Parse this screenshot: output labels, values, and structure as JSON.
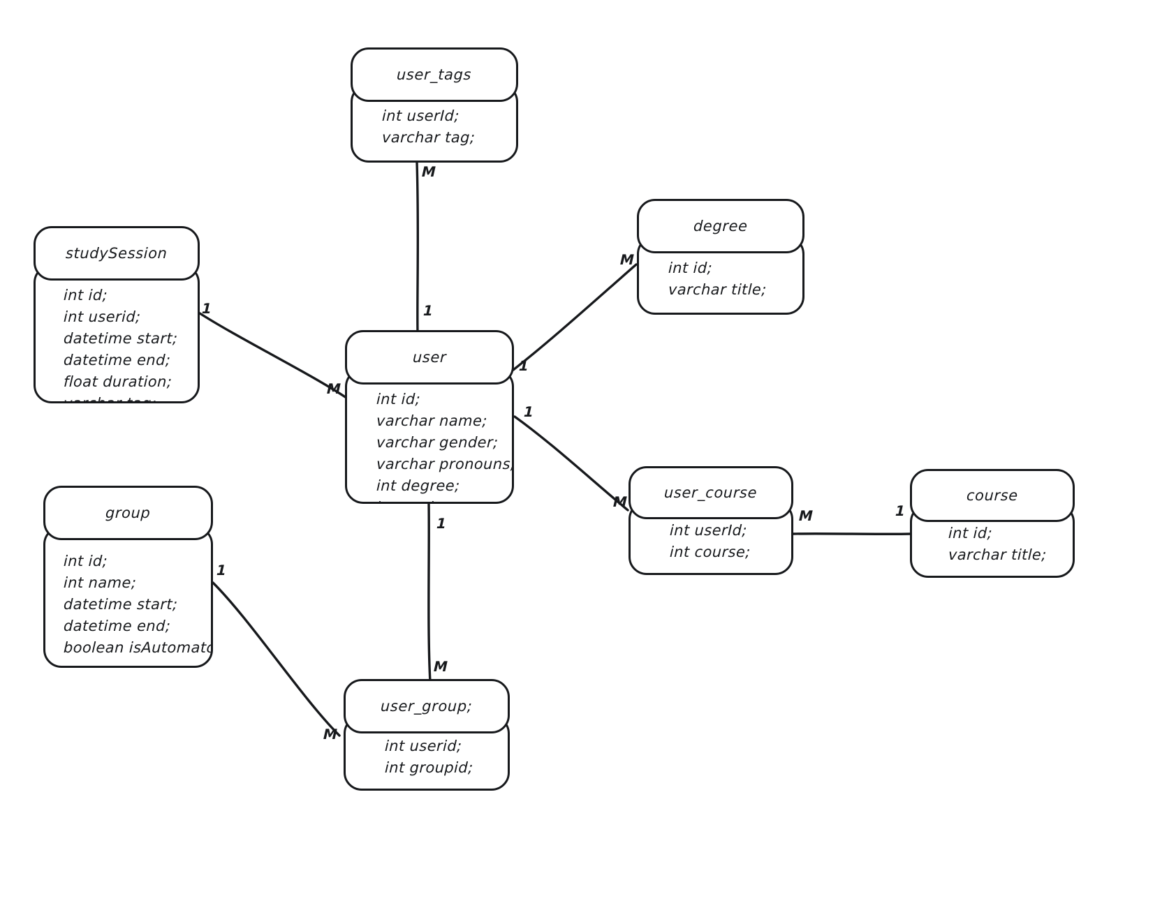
{
  "diagram": {
    "type": "entity-relationship-diagram",
    "style": "hand-drawn",
    "background_color": "#ffffff",
    "stroke_color": "#17191c"
  },
  "entities": [
    {
      "key": "user_tags",
      "name": "user_tags",
      "fields": [
        "int userId;",
        "varchar tag;"
      ]
    },
    {
      "key": "study_session",
      "name": "studySession",
      "fields": [
        "int id;",
        "int userid;",
        "datetime start;",
        "datetime end;",
        "float duration;",
        "varchar tag;"
      ]
    },
    {
      "key": "degree",
      "name": "degree",
      "fields": [
        "int id;",
        "varchar title;"
      ]
    },
    {
      "key": "user",
      "name": "user",
      "fields": [
        "int id;",
        "varchar name;",
        "varchar gender;",
        "varchar pronouns;",
        "int degree;",
        "int goal;"
      ]
    },
    {
      "key": "group",
      "name": "group",
      "fields": [
        "int id;",
        "int name;",
        "datetime start;",
        "datetime end;",
        "boolean isAutomatch:"
      ]
    },
    {
      "key": "user_course",
      "name": "user_course",
      "fields": [
        "int userId;",
        "int course;"
      ]
    },
    {
      "key": "course",
      "name": "course",
      "fields": [
        "int id;",
        "varchar title;"
      ]
    },
    {
      "key": "user_group",
      "name": "user_group;",
      "fields": [
        "int userid;",
        "int groupid;"
      ]
    }
  ],
  "relationships": [
    {
      "key": "user-user_tags",
      "from": "user",
      "to": "user_tags",
      "from_cardinality": "1",
      "to_cardinality": "M"
    },
    {
      "key": "studysession-user",
      "from": "study_session",
      "to": "user",
      "from_cardinality": "1",
      "to_cardinality": "M"
    },
    {
      "key": "user-degree",
      "from": "user",
      "to": "degree",
      "from_cardinality": "1",
      "to_cardinality": "M"
    },
    {
      "key": "user-user_course",
      "from": "user",
      "to": "user_course",
      "from_cardinality": "1",
      "to_cardinality": "M"
    },
    {
      "key": "user_course-course",
      "from": "user_course",
      "to": "course",
      "from_cardinality": "M",
      "to_cardinality": "1"
    },
    {
      "key": "user-user_group",
      "from": "user",
      "to": "user_group",
      "from_cardinality": "1",
      "to_cardinality": "M"
    },
    {
      "key": "group-user_group",
      "from": "group",
      "to": "user_group",
      "from_cardinality": "1",
      "to_cardinality": "M"
    }
  ],
  "cardinality_markers": [
    {
      "key": "user_tags_m",
      "label": "M"
    },
    {
      "key": "user_top_1",
      "label": "1"
    },
    {
      "key": "studysession_1",
      "label": "1"
    },
    {
      "key": "user_left_m",
      "label": "M"
    },
    {
      "key": "degree_m",
      "label": "M"
    },
    {
      "key": "user_right_1",
      "label": "1"
    },
    {
      "key": "user_right_1b",
      "label": "1"
    },
    {
      "key": "user_course_m",
      "label": "M"
    },
    {
      "key": "user_course_right_m",
      "label": "M"
    },
    {
      "key": "course_1",
      "label": "1"
    },
    {
      "key": "user_bottom_1",
      "label": "1"
    },
    {
      "key": "user_group_top_m",
      "label": "M"
    },
    {
      "key": "group_1",
      "label": "1"
    },
    {
      "key": "user_group_left_m",
      "label": "M"
    }
  ]
}
